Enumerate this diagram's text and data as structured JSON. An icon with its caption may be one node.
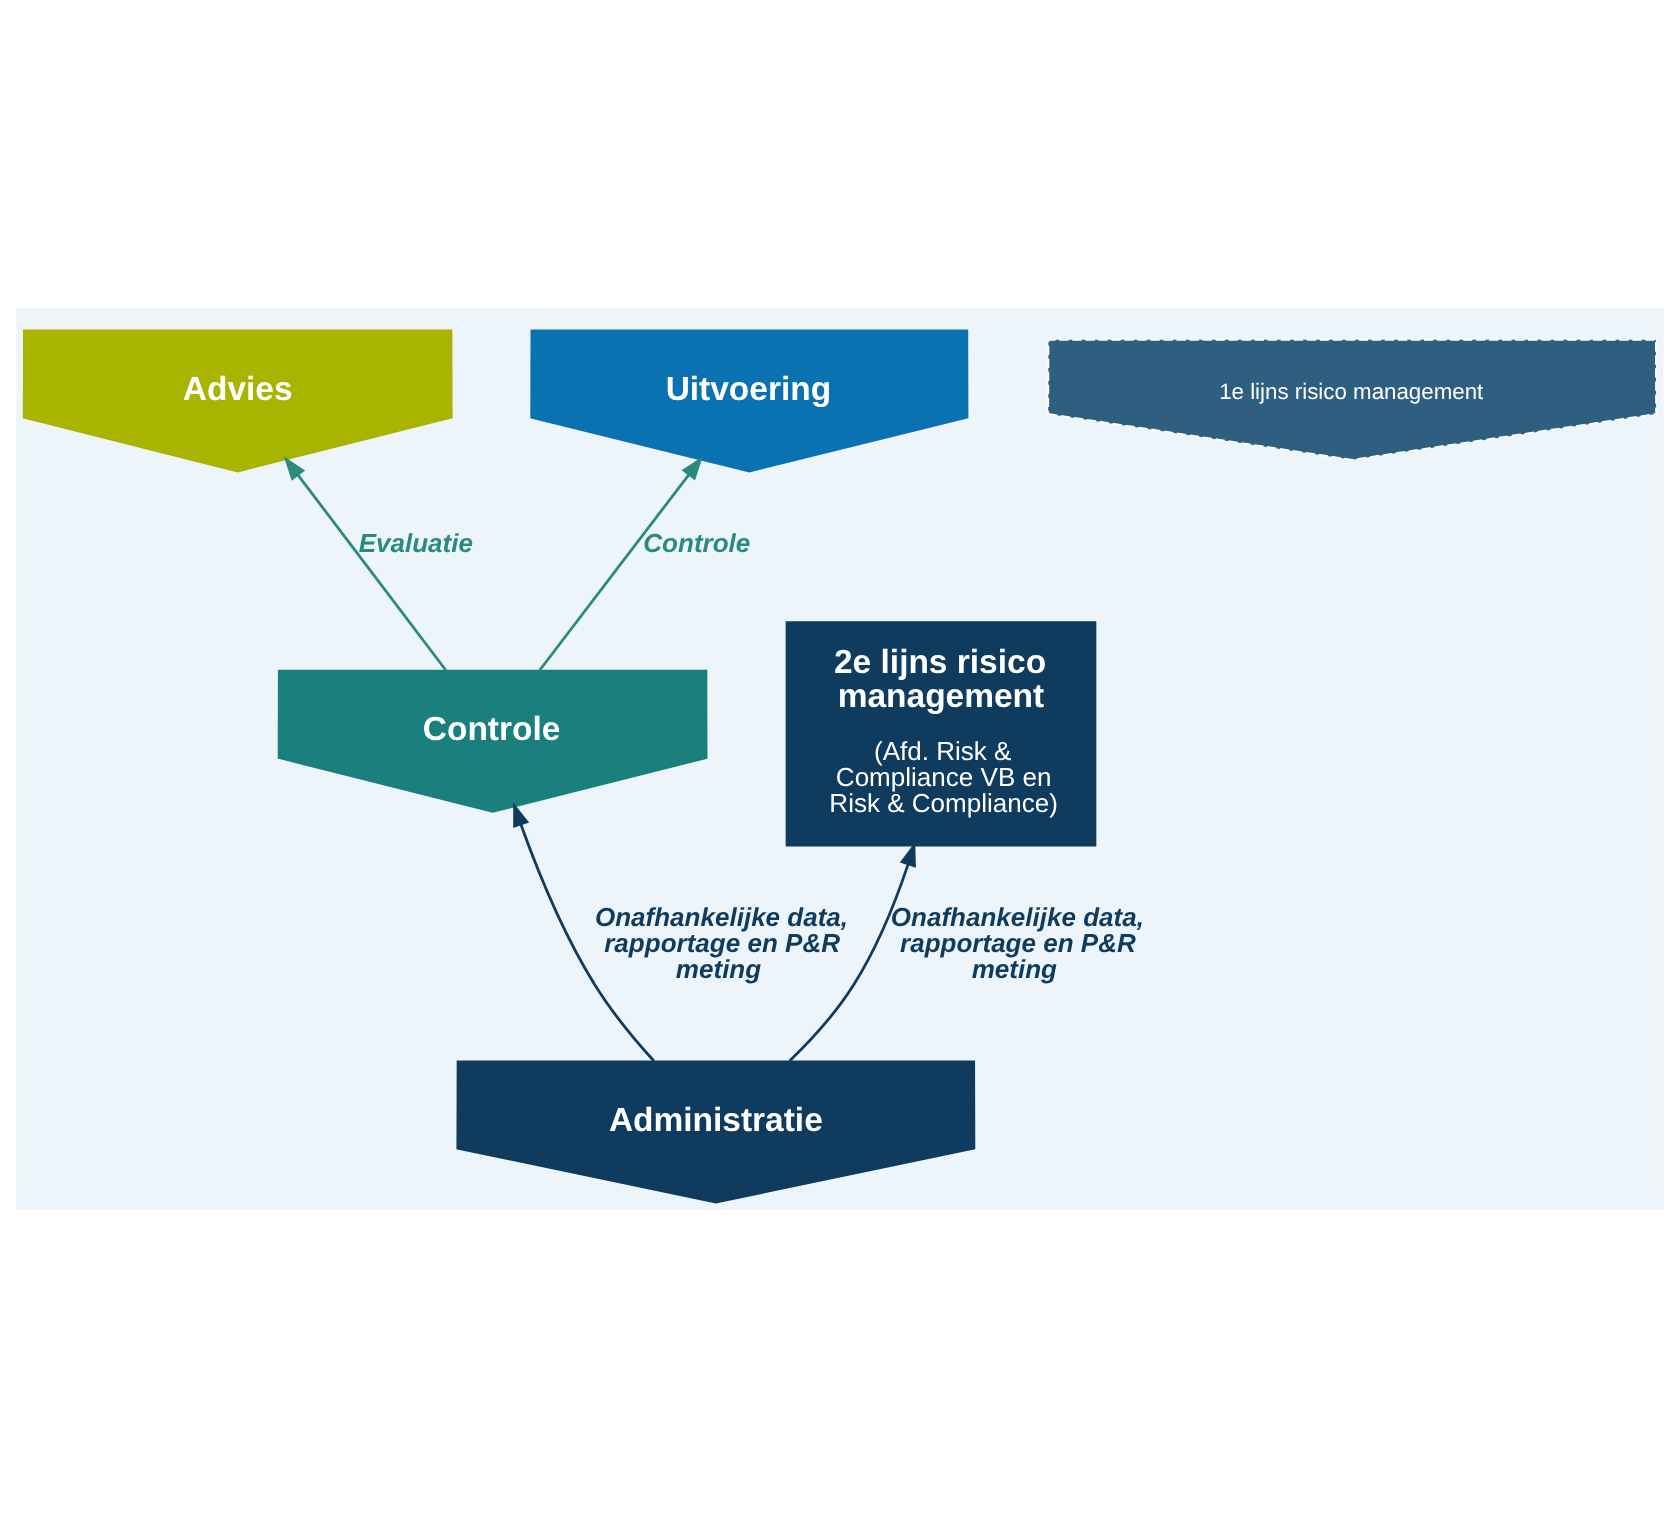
{
  "diagram": {
    "nodes": [
      {
        "text": [
          "Advies"
        ]
      },
      {
        "text": [
          "Uitvoering"
        ]
      },
      {
        "text": [
          "1e lijns risico management"
        ]
      },
      {
        "text": [
          "Controle"
        ]
      },
      {
        "text": [
          "Administratie"
        ]
      },
      {
        "text": [
          "2e lijns risico management",
          "(Afd. Risk & Compliance VB en Risk & Compliance)"
        ]
      }
    ],
    "edges": [
      {
        "from": 3,
        "to": 0,
        "arrow": "to",
        "label": "Evaluatie",
        "color": "#2a8a80"
      },
      {
        "from": 3,
        "to": 1,
        "arrow": "to",
        "label": "Controle",
        "color": "#2a8a80"
      },
      {
        "from": 4,
        "to": 3,
        "arrow": "to",
        "label": "Onafhankelijke data, rapportage en P&R meting",
        "color": "#0e3b5e"
      },
      {
        "from": 4,
        "to": 5,
        "arrow": "to",
        "label": "Onafhankelijke data, rapportage en P&R meting",
        "color": "#0e3b5e"
      }
    ]
  }
}
